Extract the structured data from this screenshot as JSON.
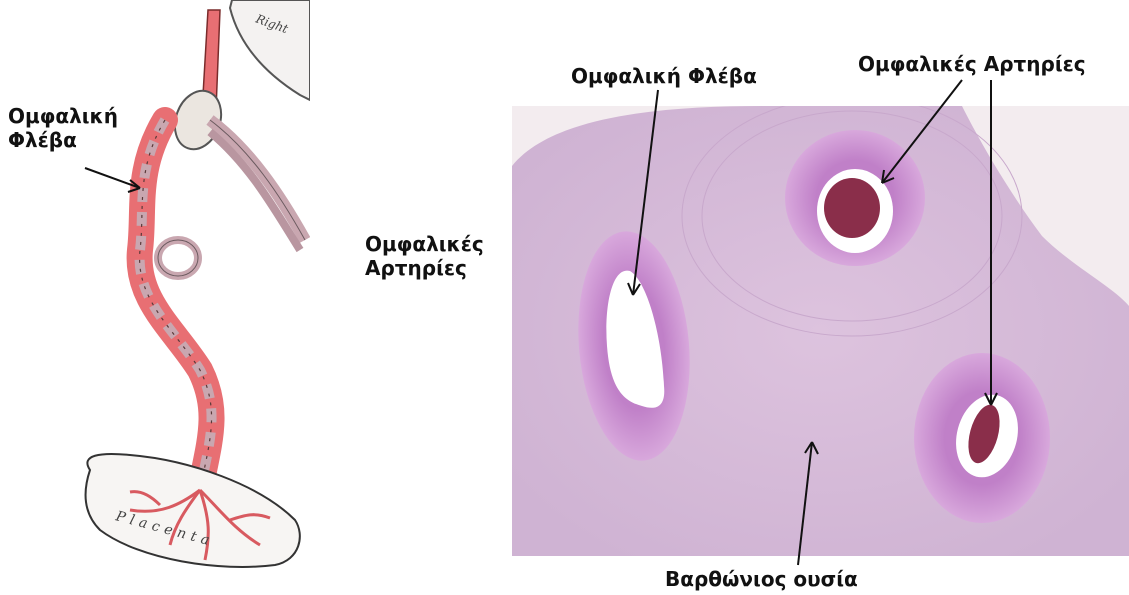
{
  "left_panel": {
    "vein_label_line1": "Ομφαλική",
    "vein_label_line2": "Φλέβα",
    "arteries_label_line1": "Ομφαλικές",
    "arteries_label_line2": "Αρτηρίες",
    "heart_text": "Right",
    "placenta_text": "Placenta"
  },
  "right_panel": {
    "vein_label": "Ομφαλική Φλέβα",
    "arteries_label": "Ομφαλικές Αρτηρίες",
    "wharton_label": "Βαρθώνιος ουσία"
  },
  "colors": {
    "vein": "#e86f73",
    "artery_strand": "#c9a7b0",
    "tissue": "#d6b8d8",
    "vessel_wall": "#b56fc0",
    "blood": "#8a2e4a"
  }
}
